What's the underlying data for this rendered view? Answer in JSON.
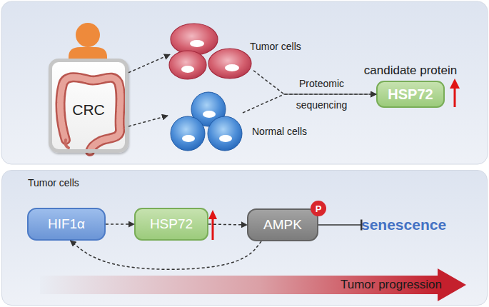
{
  "diagram": {
    "nodes": [
      {
        "text": [
          "CRC"
        ]
      },
      {
        "text": [
          "Tumor cells"
        ]
      },
      {
        "text": [
          "Normal cells"
        ]
      },
      {
        "text": [
          "candidate protein",
          "HSP72"
        ]
      },
      {
        "text": [
          "Tumor cells"
        ]
      },
      {
        "text": [
          "HIF1α"
        ],
        "in": 4
      },
      {
        "text": [
          "HSP72"
        ],
        "in": 4
      },
      {
        "text": [
          "AMPK"
        ],
        "in": 4
      },
      {
        "text": [
          "senescence"
        ],
        "in": 4
      },
      {
        "text": [
          "Tumor progression"
        ],
        "in": 4
      }
    ],
    "edges": [
      {
        "from": 0,
        "to": 1,
        "arrow": "to"
      },
      {
        "from": 0,
        "to": 2,
        "arrow": "to"
      },
      {
        "from": 1,
        "to": 3,
        "arrow": "to",
        "label": "Proteomic sequencing"
      },
      {
        "from": 2,
        "to": 3,
        "arrow": "to"
      },
      {
        "from": 5,
        "to": 6,
        "arrow": "to"
      },
      {
        "from": 6,
        "to": 7,
        "arrow": "to"
      },
      {
        "from": 7,
        "to": 8,
        "arrow": "to"
      },
      {
        "from": 7,
        "to": 5,
        "arrow": "to"
      }
    ],
    "labels": [
      "P"
    ]
  }
}
